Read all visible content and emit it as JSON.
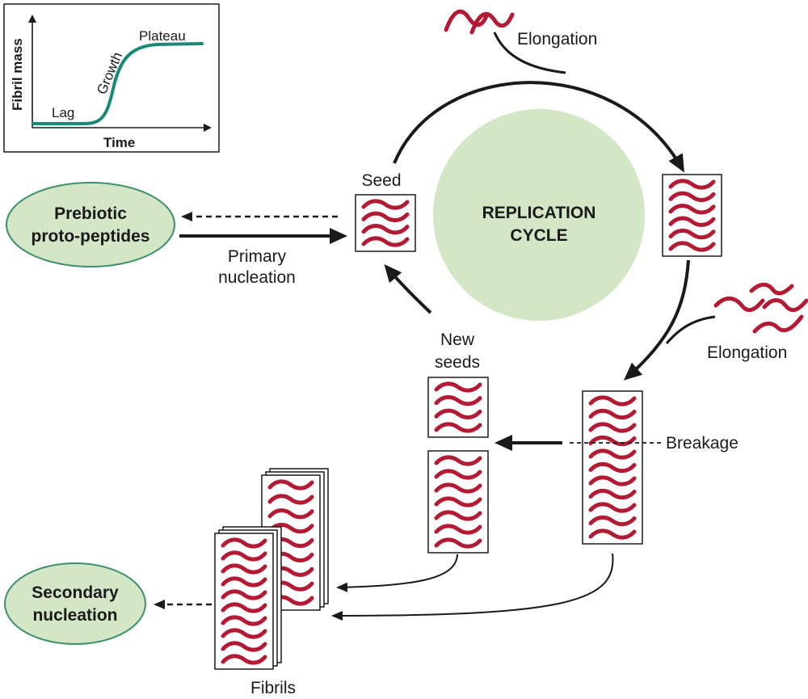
{
  "inset_plot": {
    "ylabel": "Fibril mass",
    "xlabel": "Time",
    "phase_labels": [
      "Lag",
      "Growth",
      "Plateau"
    ]
  },
  "labels": {
    "elongation_top": "Elongation",
    "elongation_right": "Elongation",
    "seed": "Seed",
    "cycle_line1": "REPLICATION",
    "cycle_line2": "CYCLE",
    "prebiotic_line1": "Prebiotic",
    "prebiotic_line2": "proto-peptides",
    "primary_line1": "Primary",
    "primary_line2": "nucleation",
    "new_seeds_line1": "New",
    "new_seeds_line2": "seeds",
    "breakage": "Breakage",
    "secondary_line1": "Secondary",
    "secondary_line2": "nucleation",
    "fibrils": "Fibrils"
  },
  "colors": {
    "strand": "#b31b34",
    "curve": "#1a8a78",
    "ellipse_fill": "#d3e6c6",
    "ellipse_stroke": "#3f8f6a",
    "cycle_fill": "#d3e6c6",
    "ink": "#1a1a1a"
  }
}
